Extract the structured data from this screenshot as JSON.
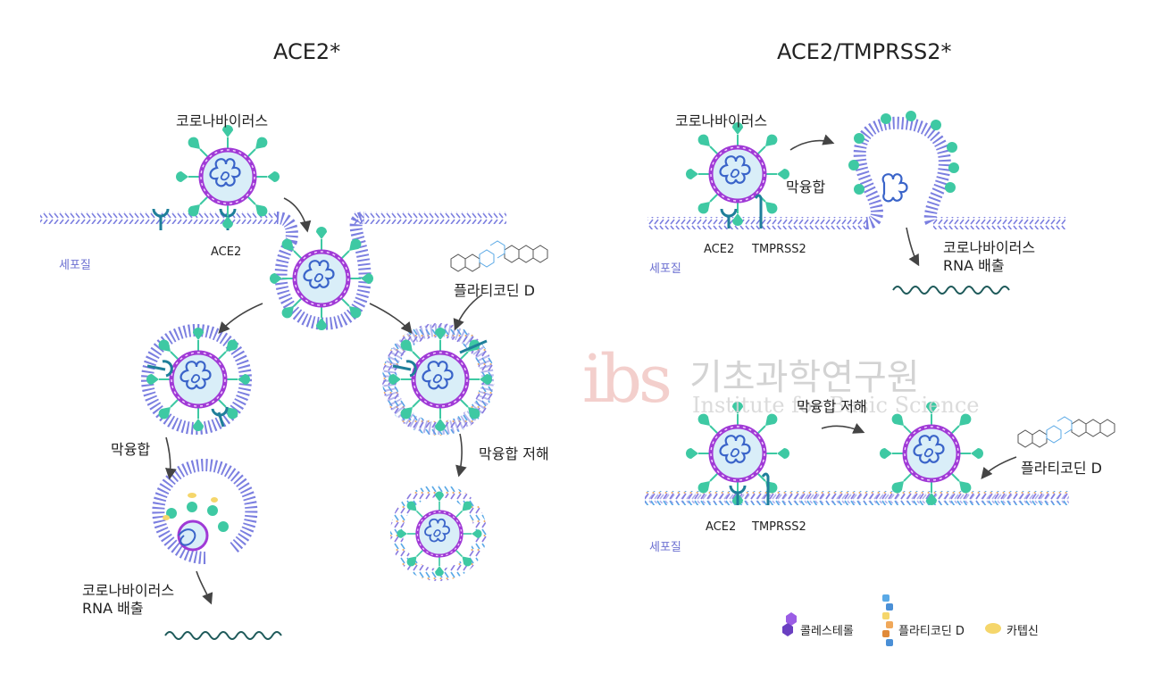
{
  "left_panel": {
    "title": "ACE2*",
    "coronavirus_label": "코로나바이러스",
    "ace2_label": "ACE2",
    "cytoplasm_label": "세포질",
    "plitidepsin_label": "플라티코딘 D",
    "fusion_label": "막융합",
    "fusion_inhibition_label": "막융합 저해",
    "rna_release_line1": "코로나바이러스",
    "rna_release_line2": "RNA 배출"
  },
  "right_panel": {
    "title": "ACE2/TMPRSS2*",
    "coronavirus_label": "코로나바이러스",
    "fusion_label": "막융합",
    "ace2_label": "ACE2",
    "tmprss2_label": "TMPRSS2",
    "cytoplasm_label": "세포질",
    "rna_release_line1": "코로나바이러스",
    "rna_release_line2": "RNA 배출",
    "fusion_inhibition_label": "막융합 저해",
    "plitidepsin_label": "플라티코딘 D",
    "ace2_label_2": "ACE2",
    "tmprss2_label_2": "TMPRSS2",
    "cytoplasm_label_2": "세포질"
  },
  "watermark": {
    "logo": "ibs",
    "korean": "기초과학연구원",
    "english": "Institute for Basic Science"
  },
  "legend": {
    "cholesterol": "콜레스테롤",
    "platycodin": "플라티코딘 D",
    "cathepsin": "카텝신"
  },
  "colors": {
    "membrane": "#7b7fe0",
    "virus_ring": "#a03ad6",
    "virus_core": "#d9eef8",
    "spike": "#3ec9a3",
    "receptor": "#1f7f9a",
    "arrow": "#444444",
    "cathepsin": "#f5d66b"
  }
}
